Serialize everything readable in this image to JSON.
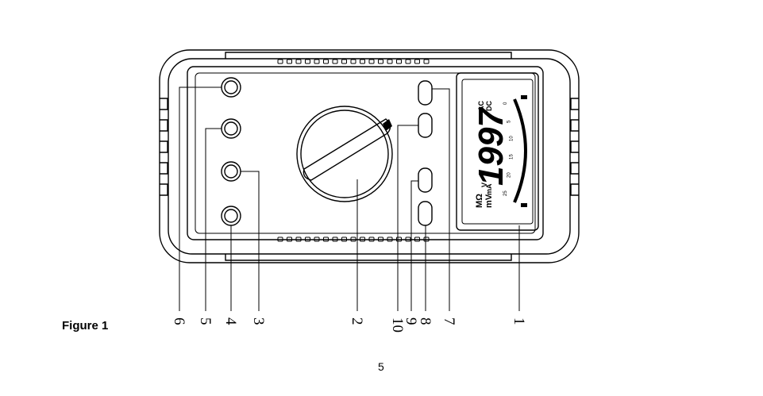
{
  "figure_label": "Figure 1",
  "page_number": "5",
  "callouts": [
    "6",
    "5",
    "4",
    "3",
    "2",
    "10",
    "9",
    "8",
    "7",
    "1"
  ],
  "lcd": {
    "reading": "1997",
    "units": [
      "MΩ",
      "mV",
      "mA",
      "V"
    ],
    "indicators": [
      "AC",
      "DC"
    ],
    "scale_ticks": [
      "0",
      "5",
      "10",
      "15",
      "20",
      "25"
    ]
  }
}
